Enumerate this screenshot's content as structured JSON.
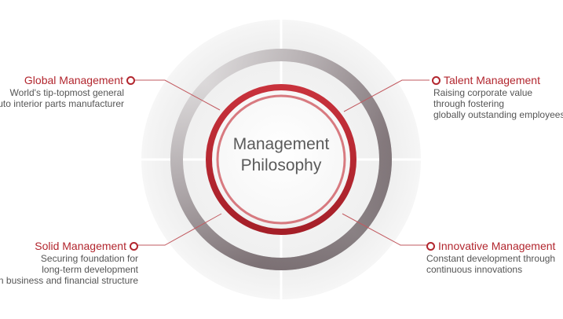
{
  "center": {
    "line1": "Management",
    "line2": "Philosophy"
  },
  "items": [
    {
      "title": "Global Management",
      "desc": [
        "World's tip-topmost general",
        "auto interior parts manufacturer"
      ]
    },
    {
      "title": "Talent Management",
      "desc": [
        "Raising corporate value",
        "through fostering",
        "globally outstanding employees"
      ]
    },
    {
      "title": "Solid Management",
      "desc": [
        "Securing foundation for",
        "long-term development",
        "in business and financial structure"
      ]
    },
    {
      "title": "Innovative Management",
      "desc": [
        "Constant development through",
        "continuous innovations"
      ]
    }
  ],
  "colors": {
    "accent": "#b2262e",
    "ring": "#7a6b70",
    "text": "#555555"
  }
}
